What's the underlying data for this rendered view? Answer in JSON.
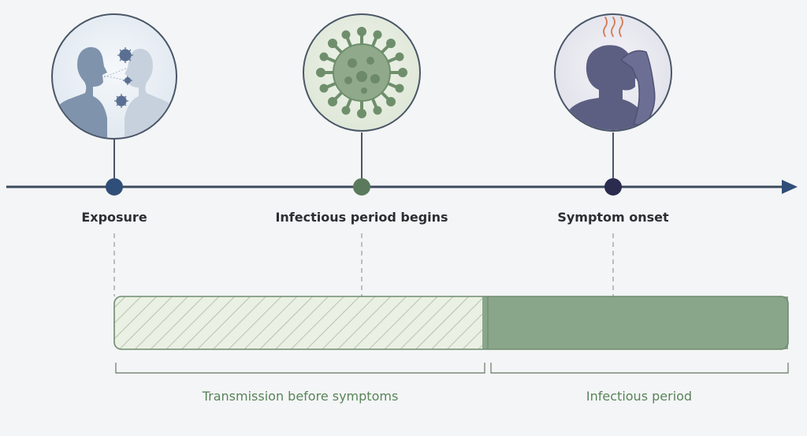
{
  "milestones": [
    {
      "label": "Exposure",
      "icon": "people-exposure-icon",
      "color": "#2f4e78"
    },
    {
      "label": "Infectious period begins",
      "icon": "virus-icon",
      "color": "#5b7a5c"
    },
    {
      "label": "Symptom onset",
      "icon": "headache-person-icon",
      "color": "#2b2a4f"
    }
  ],
  "phases": [
    {
      "label": "Transmission before symptoms",
      "style": "hatched"
    },
    {
      "label": "Infectious period",
      "style": "solid"
    }
  ],
  "colors": {
    "axis": "#3c4a5e",
    "bar_fill": "#8aa68a",
    "bar_border": "#6f8b70",
    "hatch_bg": "#eaf0e4",
    "hatch_line": "#9fb596",
    "phase_text": "#58845a"
  }
}
